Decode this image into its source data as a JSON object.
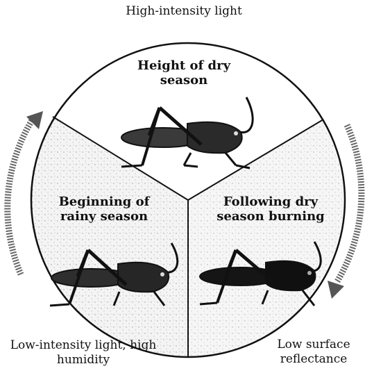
{
  "labels": {
    "top_outer": "High-intensity light",
    "bottom_left_outer": "Low-intensity light, high humidity",
    "bottom_right_outer": "Low surface reflectance"
  },
  "segments": [
    {
      "label": "Height of dry season",
      "grasshopper_color": "#3a3a3a"
    },
    {
      "label": "Beginning of rainy season",
      "grasshopper_color": "#2e2e2e"
    },
    {
      "label": "Following dry season burning",
      "grasshopper_color": "#151515"
    }
  ],
  "colors": {
    "outline": "#111111",
    "speckle_background": "#e9e9e9",
    "arrow": "#555555"
  }
}
